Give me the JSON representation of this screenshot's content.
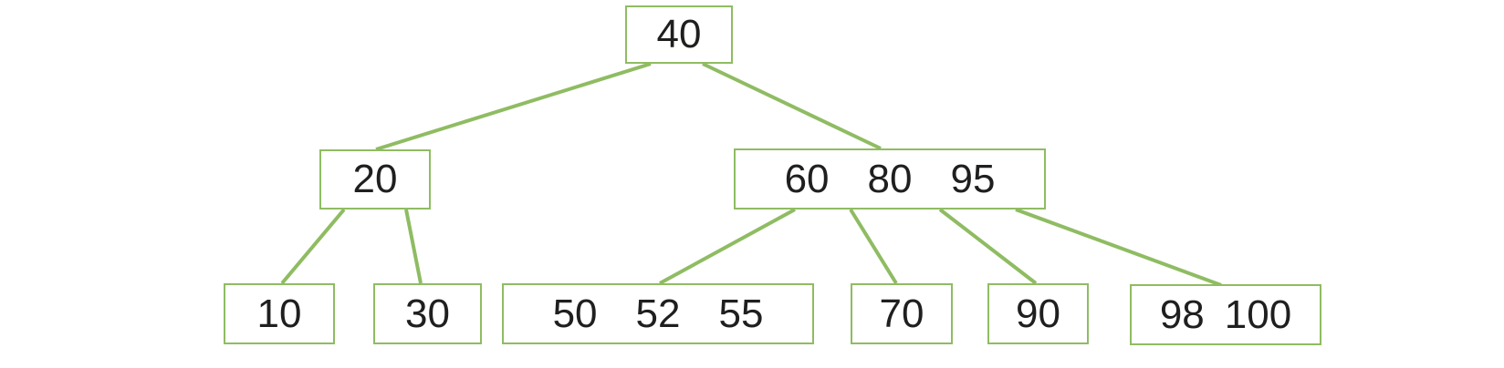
{
  "diagram_type": "b-tree",
  "colors": {
    "node_border": "#8fbc62",
    "edge": "#8fbc62",
    "text": "#1f1f1f",
    "background": "#ffffff"
  },
  "tree": {
    "root": {
      "keys": [
        "40"
      ]
    },
    "level2": [
      {
        "keys": [
          "20"
        ]
      },
      {
        "keys": [
          "60",
          "80",
          "95"
        ]
      }
    ],
    "level3": [
      {
        "keys": [
          "10"
        ]
      },
      {
        "keys": [
          "30"
        ]
      },
      {
        "keys": [
          "50",
          "52",
          "55"
        ]
      },
      {
        "keys": [
          "70"
        ]
      },
      {
        "keys": [
          "90"
        ]
      },
      {
        "keys": [
          "98",
          "100"
        ]
      }
    ]
  },
  "edges": [
    {
      "from": "40",
      "to": "20"
    },
    {
      "from": "40",
      "to": "60 80 95"
    },
    {
      "from": "20",
      "to": "10"
    },
    {
      "from": "20",
      "to": "30"
    },
    {
      "from": "60 80 95",
      "to": "50 52 55"
    },
    {
      "from": "60 80 95",
      "to": "70"
    },
    {
      "from": "60 80 95",
      "to": "90"
    },
    {
      "from": "60 80 95",
      "to": "98 100"
    }
  ]
}
